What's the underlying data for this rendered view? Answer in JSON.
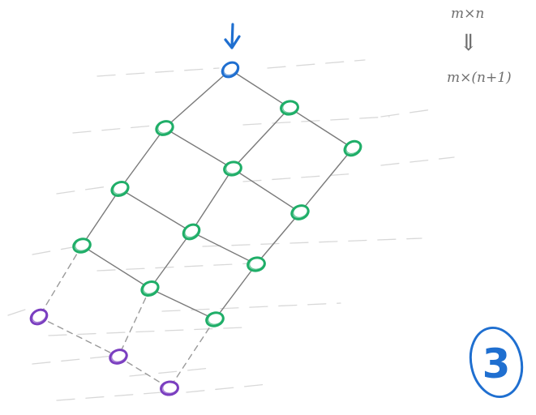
{
  "annotation": {
    "line1": "m×n",
    "arrow": "⇓",
    "line2": "m×(n+1)"
  },
  "badge": {
    "text": "3"
  },
  "colors": {
    "root": "#1f6fd0",
    "grid_node": "#1fae68",
    "new_node": "#7b3fc0",
    "edge_solid": "#7a7a7a",
    "edge_dashed": "#9a9a9a",
    "background_dash": "#d8d8d8",
    "badge": "#1f6fd0",
    "annotation": "#6f6f6f"
  },
  "nodes": [
    {
      "id": "root",
      "kind": "root"
    },
    {
      "id": "r1c0",
      "kind": "grid"
    },
    {
      "id": "r1c1",
      "kind": "grid"
    },
    {
      "id": "r2c0",
      "kind": "grid"
    },
    {
      "id": "r2c1",
      "kind": "grid"
    },
    {
      "id": "r2c2",
      "kind": "grid"
    },
    {
      "id": "r3c0",
      "kind": "grid"
    },
    {
      "id": "r3c1",
      "kind": "grid"
    },
    {
      "id": "r3c2",
      "kind": "grid"
    },
    {
      "id": "r4c0",
      "kind": "grid"
    },
    {
      "id": "r4c1",
      "kind": "grid"
    },
    {
      "id": "r4c2",
      "kind": "grid"
    },
    {
      "id": "r5c0",
      "kind": "grid"
    },
    {
      "id": "r5c1",
      "kind": "grid"
    },
    {
      "id": "n1",
      "kind": "new"
    },
    {
      "id": "n2",
      "kind": "new"
    },
    {
      "id": "n3",
      "kind": "new"
    }
  ],
  "edges": [
    {
      "from": "root",
      "to": "r1c0",
      "style": "solid"
    },
    {
      "from": "root",
      "to": "r1c1",
      "style": "solid"
    },
    {
      "from": "r1c0",
      "to": "r2c0",
      "style": "solid"
    },
    {
      "from": "r1c0",
      "to": "r2c1",
      "style": "solid"
    },
    {
      "from": "r1c1",
      "to": "r2c1",
      "style": "solid"
    },
    {
      "from": "r1c1",
      "to": "r2c2",
      "style": "solid"
    },
    {
      "from": "r2c0",
      "to": "r3c0",
      "style": "solid"
    },
    {
      "from": "r2c0",
      "to": "r3c1",
      "style": "solid"
    },
    {
      "from": "r2c1",
      "to": "r3c1",
      "style": "solid"
    },
    {
      "from": "r2c1",
      "to": "r3c2",
      "style": "solid"
    },
    {
      "from": "r2c2",
      "to": "r3c2",
      "style": "solid"
    },
    {
      "from": "r3c0",
      "to": "r4c0",
      "style": "solid"
    },
    {
      "from": "r3c0",
      "to": "r4c1",
      "style": "solid"
    },
    {
      "from": "r3c1",
      "to": "r4c1",
      "style": "solid"
    },
    {
      "from": "r3c1",
      "to": "r4c2",
      "style": "solid"
    },
    {
      "from": "r3c2",
      "to": "r4c2",
      "style": "solid"
    },
    {
      "from": "r4c0",
      "to": "r5c0",
      "style": "solid"
    },
    {
      "from": "r4c1",
      "to": "r5c0",
      "style": "solid"
    },
    {
      "from": "r4c1",
      "to": "r5c1",
      "style": "solid"
    },
    {
      "from": "r4c2",
      "to": "r5c1",
      "style": "solid"
    },
    {
      "from": "r4c0",
      "to": "n1",
      "style": "dashed"
    },
    {
      "from": "n1",
      "to": "n2",
      "style": "dashed"
    },
    {
      "from": "r5c0",
      "to": "n2",
      "style": "dashed"
    },
    {
      "from": "n2",
      "to": "n3",
      "style": "dashed"
    },
    {
      "from": "r5c1",
      "to": "n3",
      "style": "dashed"
    }
  ]
}
